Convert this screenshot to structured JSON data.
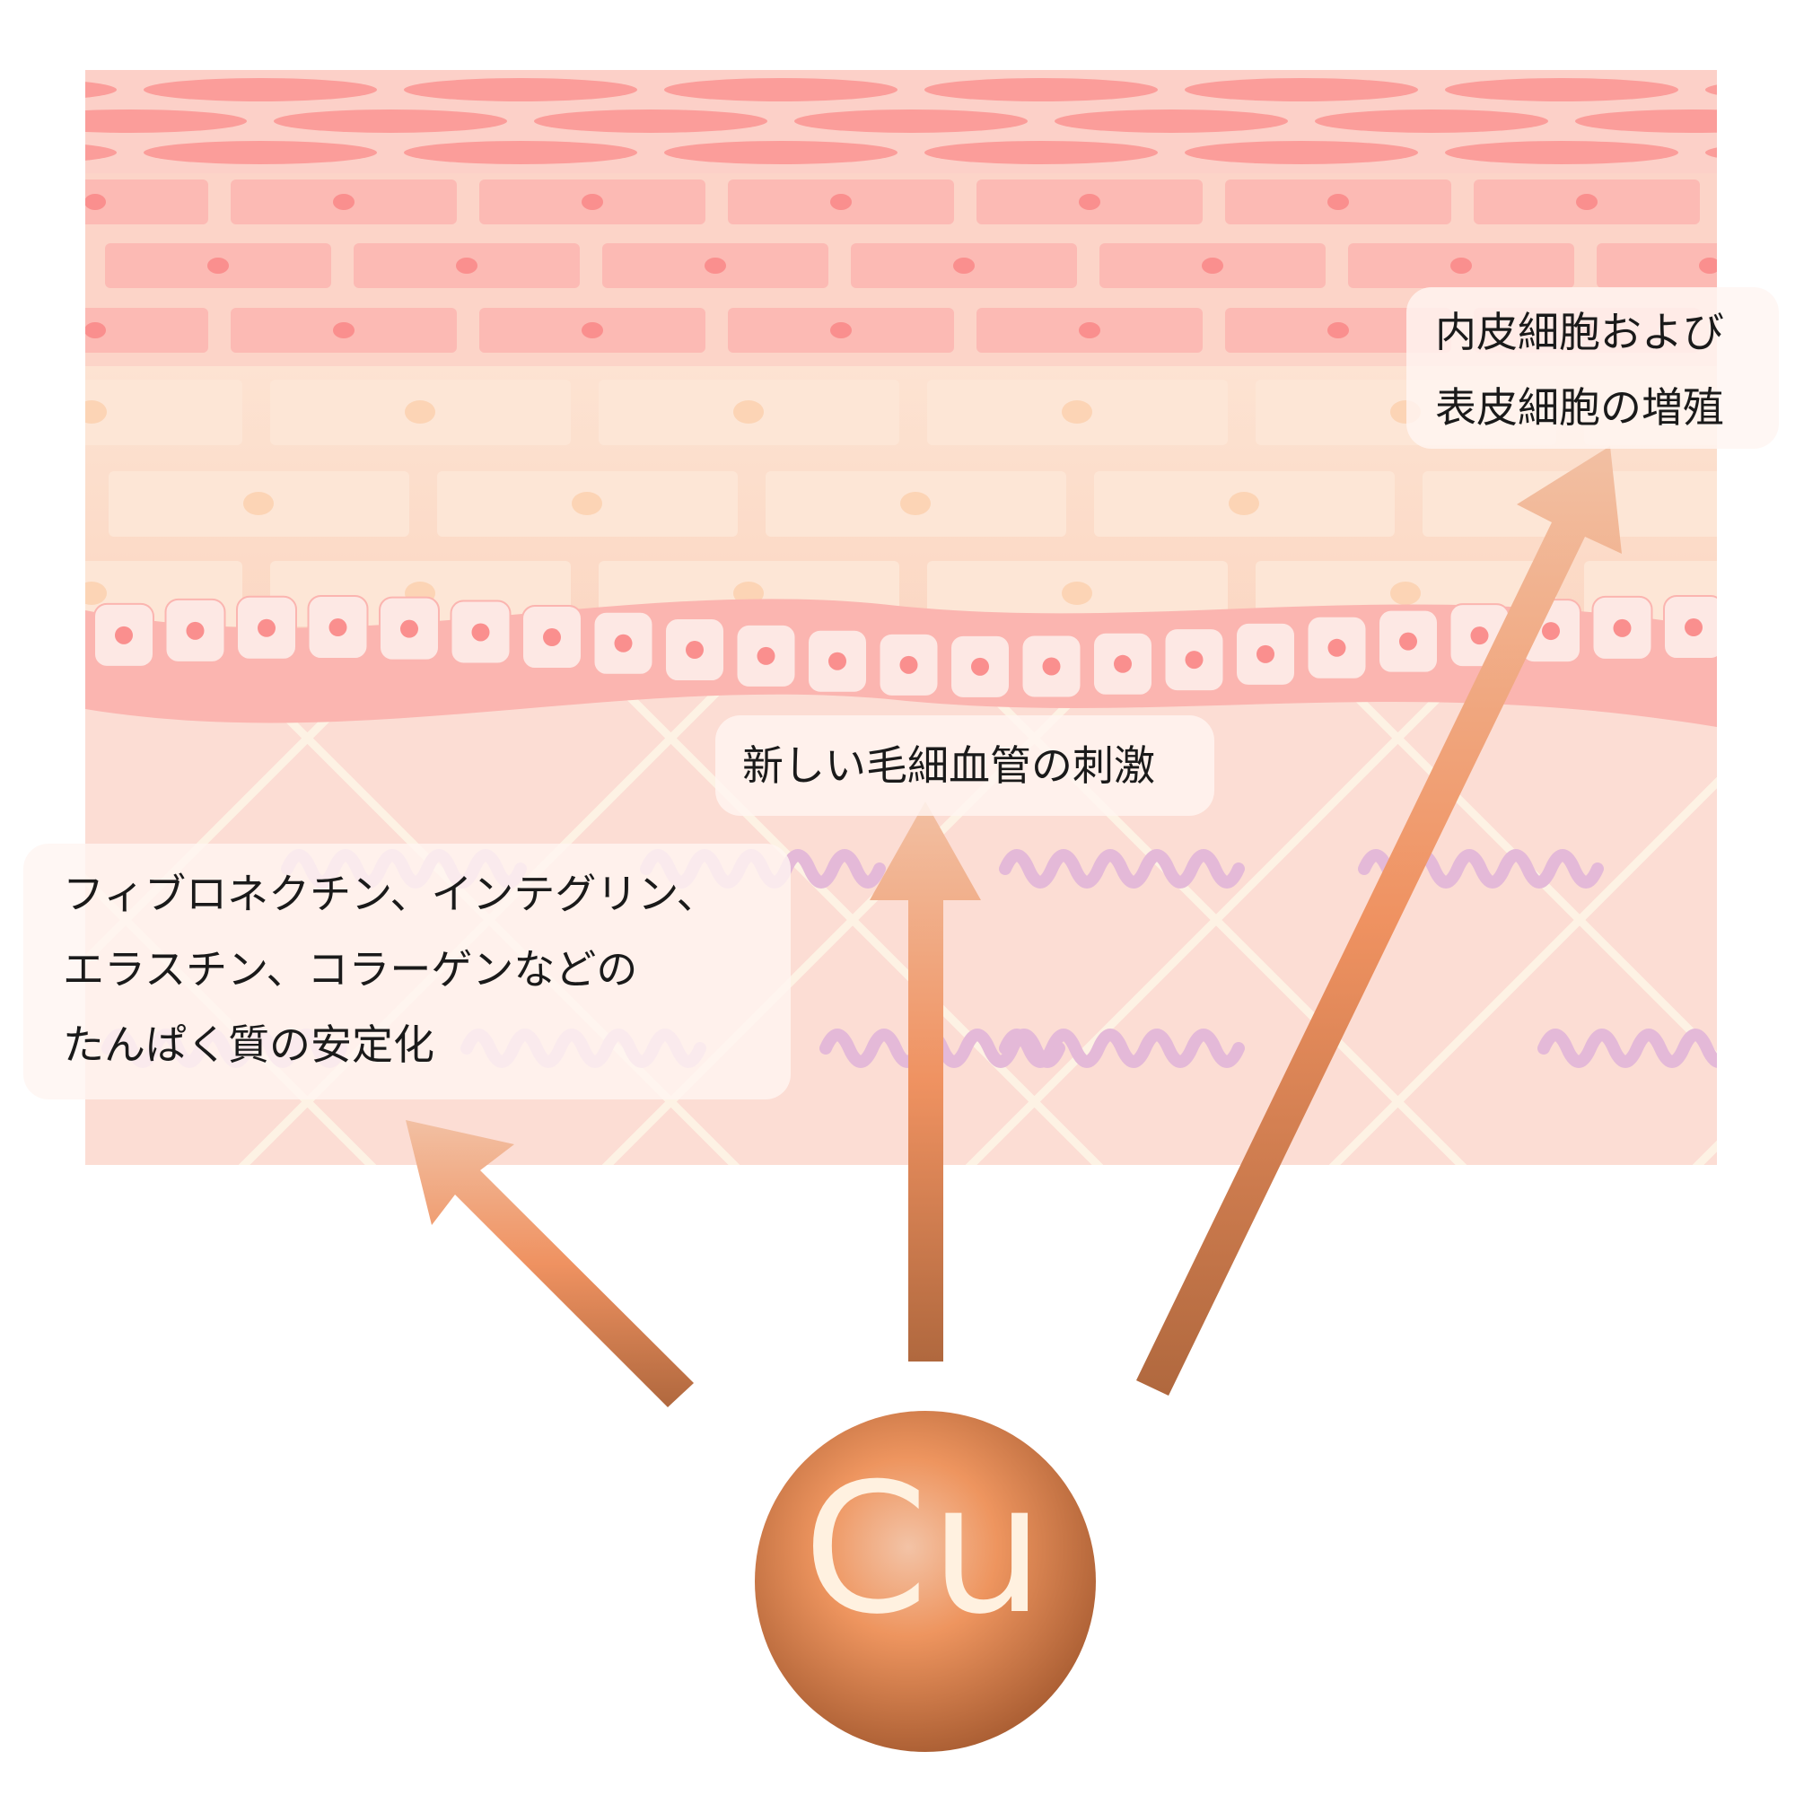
{
  "labels": {
    "proteins": {
      "lines": [
        "フィブロネクチン、インテグリン、",
        "エラスチン、コラーゲンなどの",
        "たんぱく質の安定化"
      ]
    },
    "capillary": {
      "text": "新しい毛細血管の刺激"
    },
    "cells": {
      "lines": [
        "内皮細胞および",
        "表皮細胞の増殖"
      ]
    }
  },
  "element": {
    "symbol": "Cu"
  },
  "colors": {
    "arrow_light": "#f2c0a3",
    "arrow_mid": "#ef9261",
    "arrow_dark": "#b0683e",
    "cu_core": "#ee9a6a",
    "cu_edge": "#a4592f",
    "muscle": "#fb9d9a",
    "epidermis_cell": "#fcbab4",
    "dermis_cell": "#fde6d6",
    "nucleus": "#fa8f8e",
    "fiber": "#e4b9d8"
  }
}
